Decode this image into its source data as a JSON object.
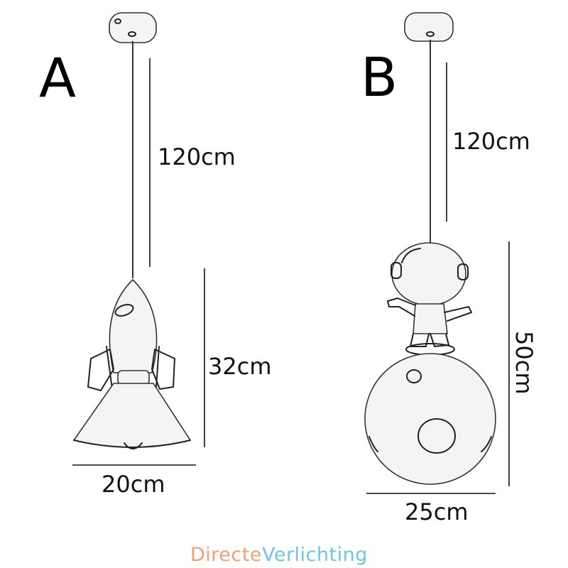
{
  "lamp_a": {
    "label": "A",
    "cord_length": "120cm",
    "height": "32cm",
    "width": "20cm"
  },
  "lamp_b": {
    "label": "B",
    "cord_length": "120cm",
    "height": "50cm",
    "width": "25cm"
  },
  "brand": {
    "part1": "Directe",
    "part2": "Verlichting",
    "color1": "#f0a070",
    "color2": "#6ec6e0"
  }
}
